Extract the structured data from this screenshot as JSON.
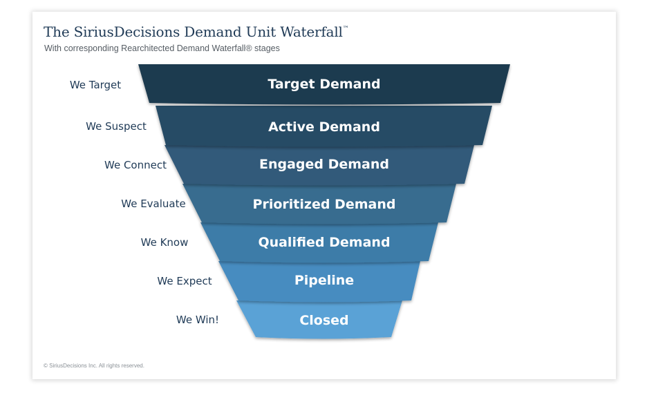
{
  "header": {
    "title": "The SiriusDecisions Demand Unit Waterfall",
    "title_mark": "™",
    "subtitle": "With corresponding Rearchitected Demand Waterfall® stages"
  },
  "funnel": {
    "stages": [
      {
        "left_label": "We Target",
        "stage": "Target Demand",
        "color": "#1e3a50"
      },
      {
        "left_label": "We Suspect",
        "stage": "Active Demand",
        "color": "#284b65"
      },
      {
        "left_label": "We Connect",
        "stage": "Engaged Demand",
        "color": "#305a7a"
      },
      {
        "left_label": "We Evaluate",
        "stage": "Prioritized Demand",
        "color": "#376c8f"
      },
      {
        "left_label": "We Know",
        "stage": "Qualified Demand",
        "color": "#3e7ba8"
      },
      {
        "left_label": "We Expect",
        "stage": "Pipeline",
        "color": "#478cc0"
      },
      {
        "left_label": "We Win!",
        "stage": "Closed",
        "color": "#5aa2d6"
      }
    ]
  },
  "footer": {
    "copyright": "© SiriusDecisions Inc. All rights reserved."
  }
}
